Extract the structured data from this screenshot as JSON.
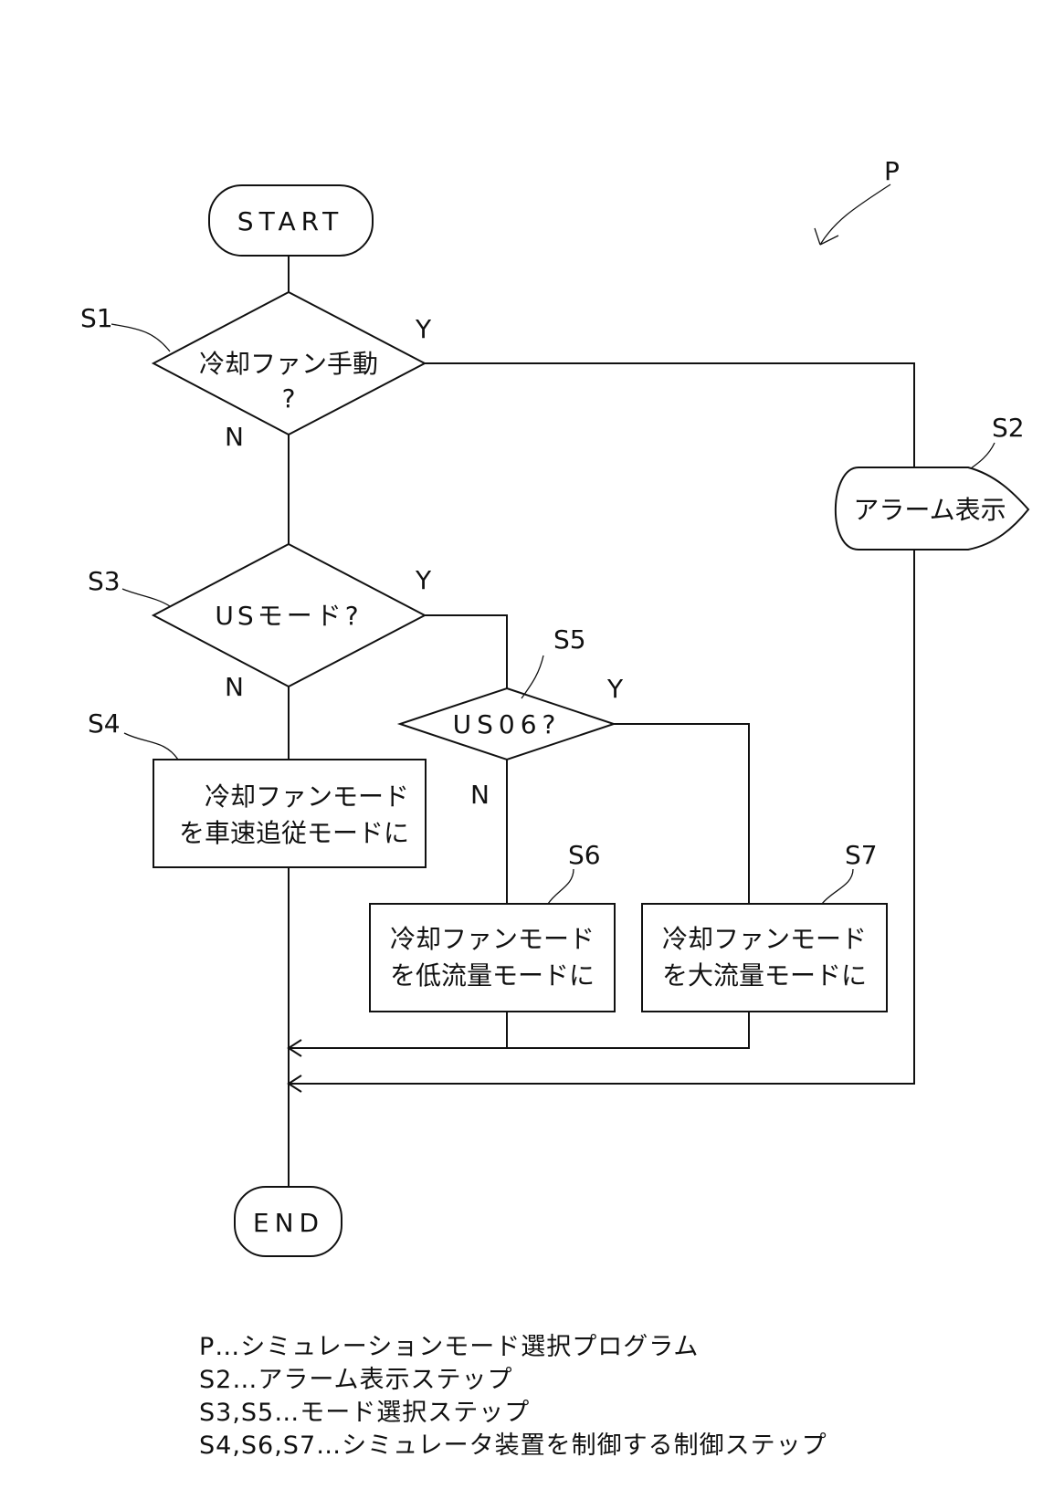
{
  "figure_ref": "P",
  "nodes": {
    "start": {
      "label": "START"
    },
    "s1": {
      "step": "S1",
      "line1": "冷却ファン手動",
      "line2": "?",
      "yes": "Y",
      "no": "N"
    },
    "s2": {
      "step": "S2",
      "label": "アラーム表示"
    },
    "s3": {
      "step": "S3",
      "label": "USモード?",
      "yes": "Y",
      "no": "N"
    },
    "s4": {
      "step": "S4",
      "line1": "冷却ファンモード",
      "line2": "を車速追従モードに"
    },
    "s5": {
      "step": "S5",
      "label": "US06?",
      "yes": "Y",
      "no": "N"
    },
    "s6": {
      "step": "S6",
      "line1": "冷却ファンモード",
      "line2": "を低流量モードに"
    },
    "s7": {
      "step": "S7",
      "line1": "冷却ファンモード",
      "line2": "を大流量モードに"
    },
    "end": {
      "label": "END"
    }
  },
  "legend": [
    "P…シミュレーションモード選択プログラム",
    "S2…アラーム表示ステップ",
    "S3,S5…モード選択ステップ",
    "S4,S6,S7…シミュレータ装置を制御する制御ステップ"
  ]
}
